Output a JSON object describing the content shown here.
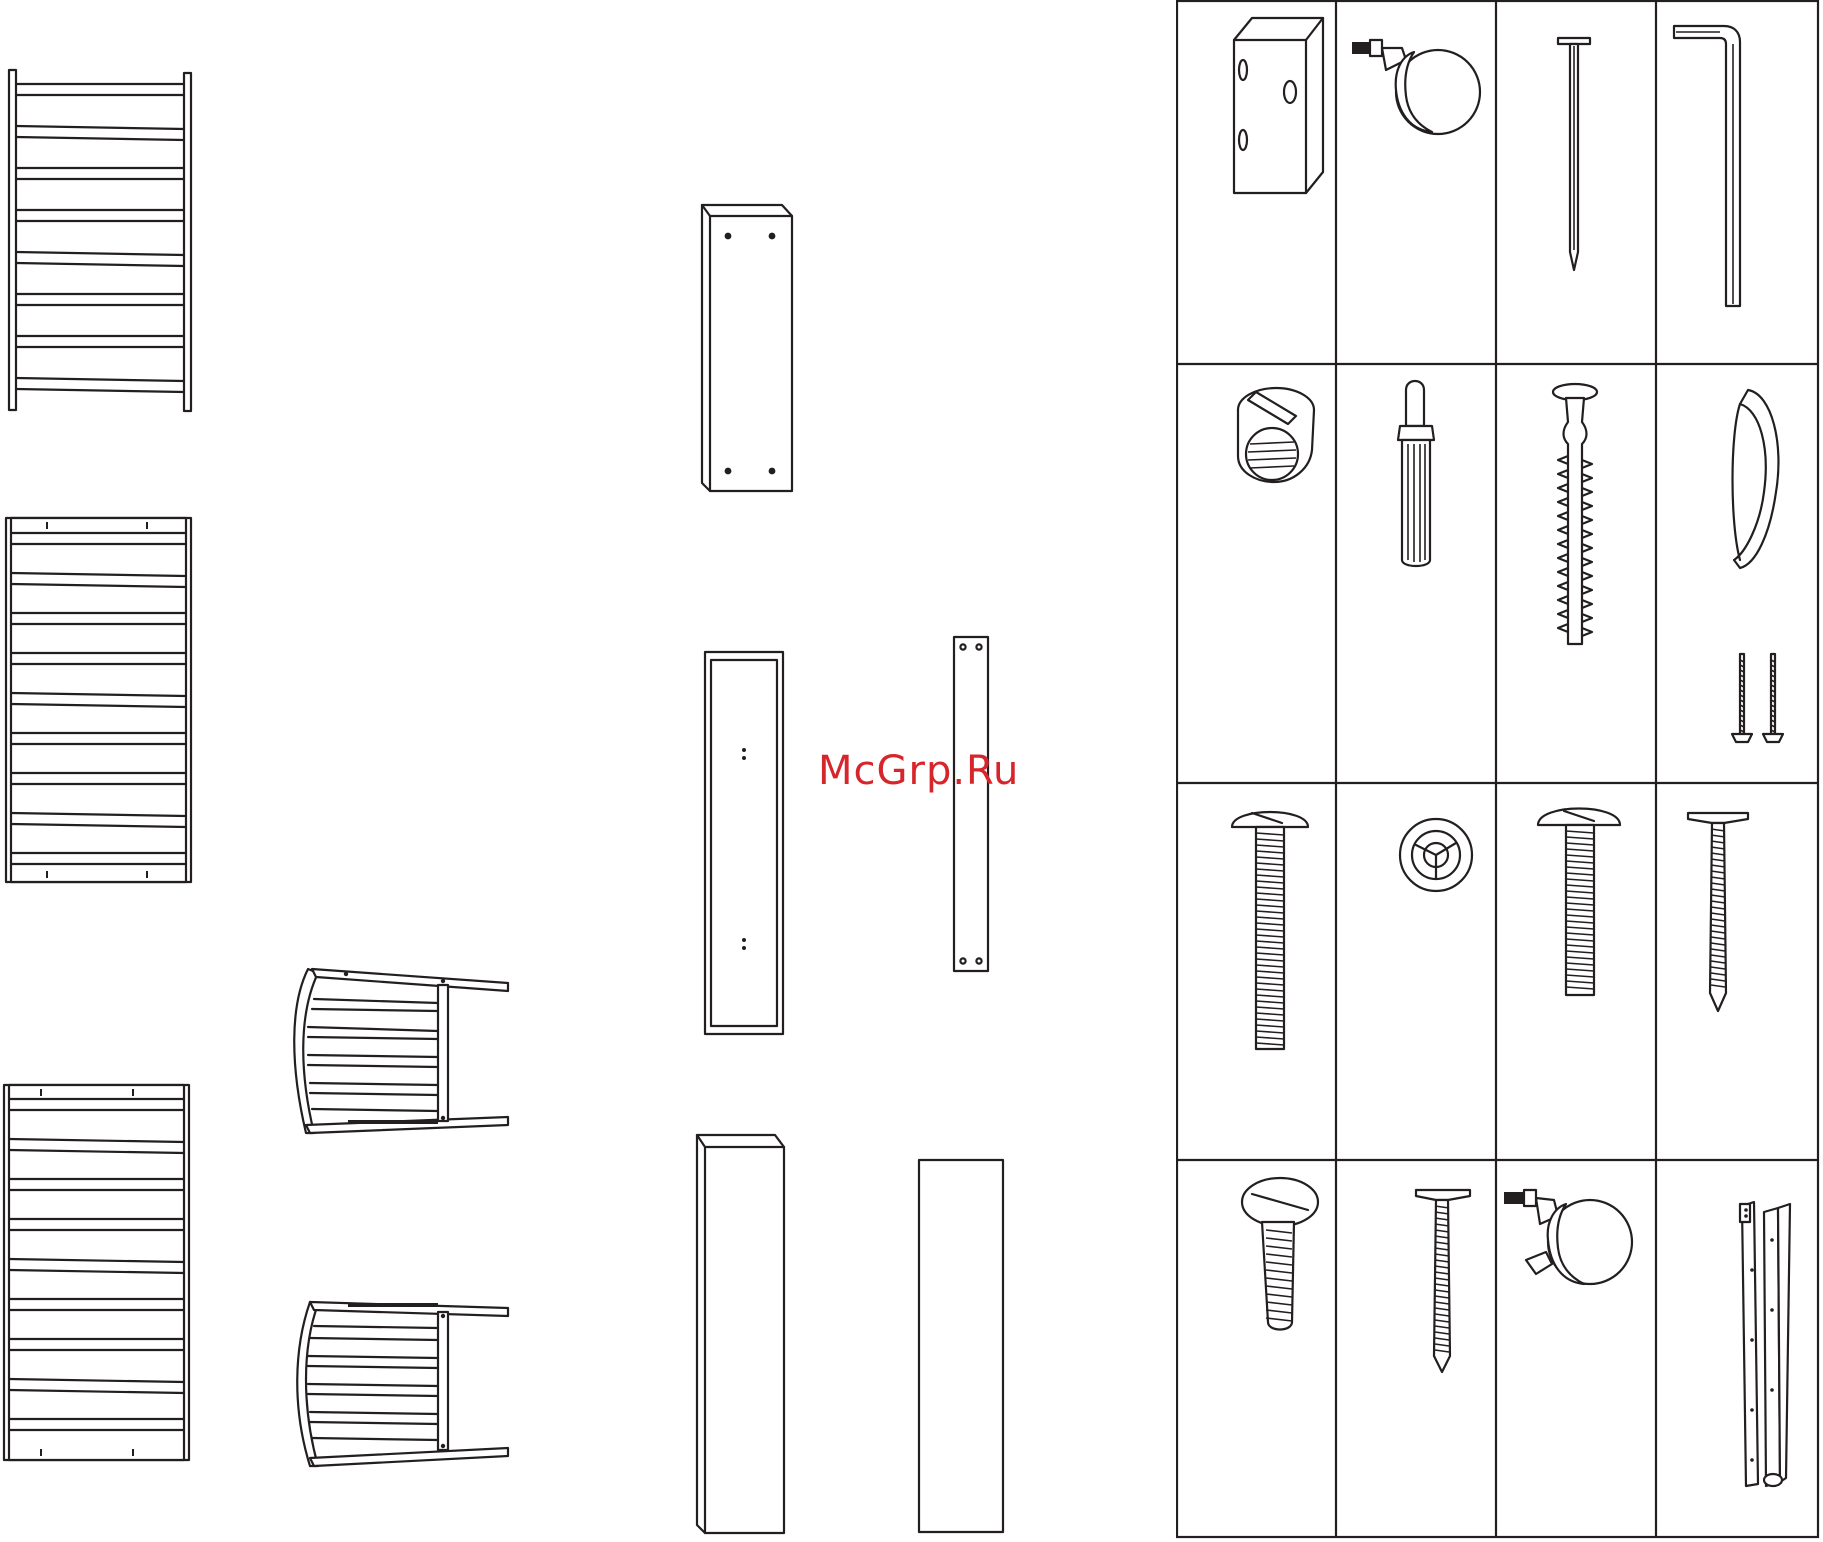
{
  "watermark": {
    "text": "McGrp.Ru",
    "color": "#d7262b"
  },
  "line_color": "#231f20",
  "parts_panel": {
    "rail_panels": [
      "rail-panel-a",
      "rail-panel-b",
      "rail-panel-c"
    ],
    "side_frames": [
      "side-frame-top",
      "side-frame-bottom"
    ],
    "boards": [
      "board-with-holes",
      "framed-board",
      "narrow-strip",
      "leg-block",
      "flat-board"
    ]
  },
  "hardware_grid": {
    "rows": 4,
    "columns": 4,
    "cells": [
      {
        "icon": "cam-block-icon"
      },
      {
        "icon": "caster-wheel-icon"
      },
      {
        "icon": "nail-icon"
      },
      {
        "icon": "allen-key-icon"
      },
      {
        "icon": "cam-lock-nut-icon"
      },
      {
        "icon": "wooden-dowel-icon"
      },
      {
        "icon": "cam-bolt-icon"
      },
      {
        "icon": "handle-with-screws-icon"
      },
      {
        "icon": "long-bolt-icon"
      },
      {
        "icon": "bumper-cap-icon"
      },
      {
        "icon": "short-bolt-icon"
      },
      {
        "icon": "wood-screw-icon"
      },
      {
        "icon": "thumb-screw-icon"
      },
      {
        "icon": "screw-icon"
      },
      {
        "icon": "caster-with-brake-icon"
      },
      {
        "icon": "drawer-slide-icon"
      }
    ]
  }
}
